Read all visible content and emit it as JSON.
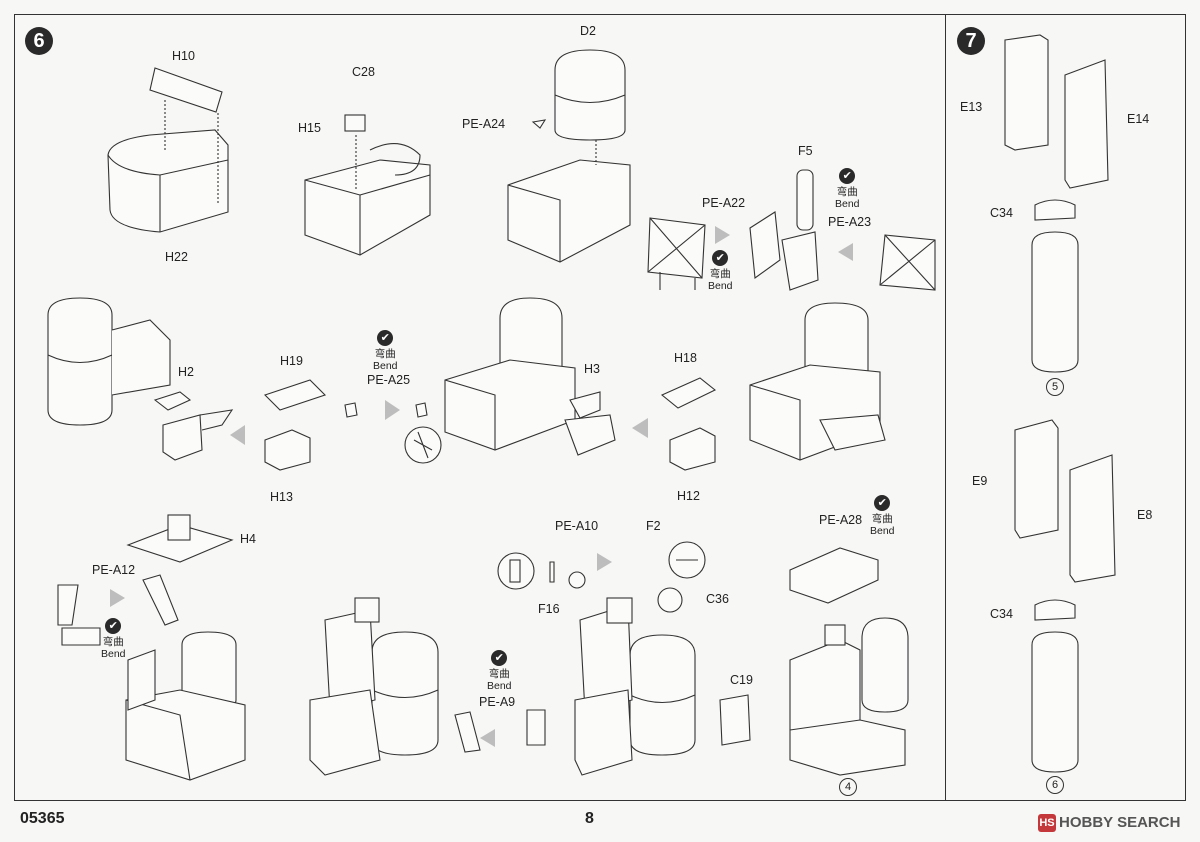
{
  "steps": {
    "step6": "6",
    "step7": "7"
  },
  "labels": {
    "H10": "H10",
    "C28": "C28",
    "D2": "D2",
    "H15": "H15",
    "PE_A24": "PE-A24",
    "H22": "H22",
    "F5": "F5",
    "PE_A22": "PE-A22",
    "PE_A23": "PE-A23",
    "H2": "H2",
    "H19": "H19",
    "PE_A25": "PE-A25",
    "H13": "H13",
    "H3": "H3",
    "H18": "H18",
    "H12": "H12",
    "H4": "H4",
    "PE_A12": "PE-A12",
    "PE_A10": "PE-A10",
    "F2": "F2",
    "F16": "F16",
    "C36": "C36",
    "PE_A28": "PE-A28",
    "PE_A9": "PE-A9",
    "C19": "C19",
    "E13": "E13",
    "E14": "E14",
    "C34a": "C34",
    "E9": "E9",
    "E8": "E8",
    "C34b": "C34"
  },
  "bend": {
    "zh": "弯曲",
    "en": "Bend"
  },
  "substeps": {
    "n4": "4",
    "n5": "5",
    "n6": "6"
  },
  "footer": {
    "code": "05365",
    "page": "8"
  },
  "watermark": {
    "badge": "HS",
    "brand": "HOBBY SEARCH"
  }
}
